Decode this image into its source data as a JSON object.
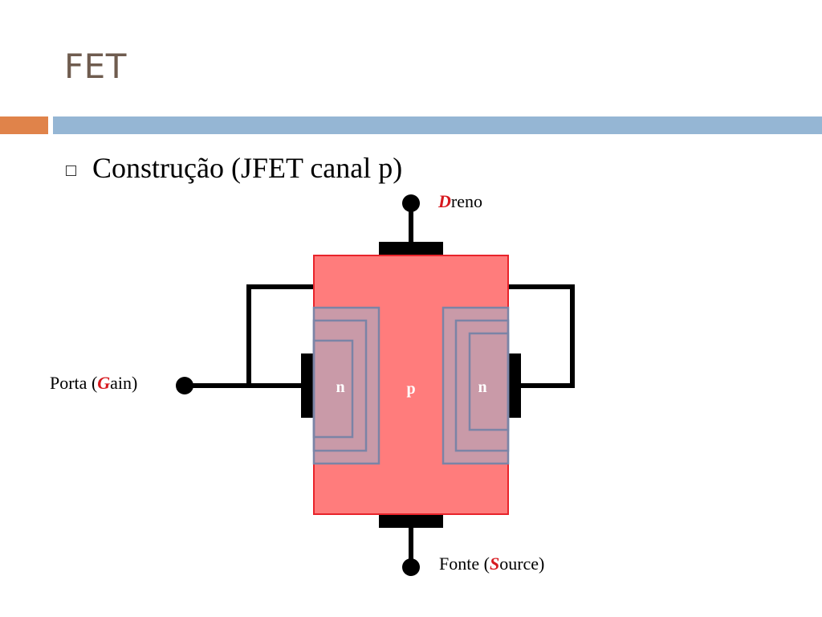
{
  "title": "FET",
  "colors": {
    "orange_bar": "#e0834a",
    "blue_bar": "#95b6d4",
    "substrate": "#ff7c7c",
    "substrate_border": "#e8232a",
    "n_region": "#c99aa8",
    "n_border": "#7b84a6",
    "terminal_highlight": "#d7191f"
  },
  "bullet": {
    "icon": "hollow-square-bullet",
    "text": "Construção (JFET canal p)"
  },
  "terminals": {
    "drain": {
      "highlight": "D",
      "rest": "reno"
    },
    "gate": {
      "before": "Porta (",
      "highlight": "G",
      "rest": "ain)"
    },
    "source": {
      "before": "Fonte (",
      "highlight": "S",
      "rest": "ource)"
    }
  },
  "regions": {
    "left": "n",
    "center": "p",
    "right": "n"
  }
}
